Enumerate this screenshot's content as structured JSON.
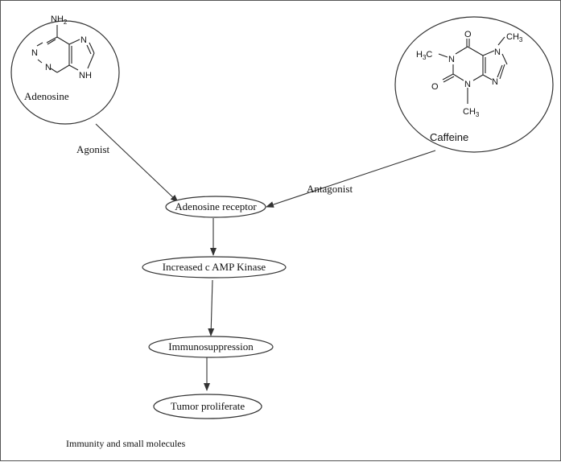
{
  "adenosine": {
    "name": "Adenosine",
    "atoms": {
      "amine": "NH",
      "amine_sub": "2",
      "n1": "N",
      "n3": "N",
      "n7": "N",
      "n9": "NH"
    }
  },
  "caffeine": {
    "name": "Caffeine",
    "atoms": {
      "o_top": "O",
      "o_left": "O",
      "n_left": "N",
      "n_bottom": "N",
      "n_top_right": "N",
      "n_right": "N",
      "ch3_prefix": "H",
      "ch3_prefix_sub": "3",
      "ch3_prefix_tail": "C",
      "ch3": "CH",
      "ch3_sub": "3"
    }
  },
  "edges": {
    "agonist": "Agonist",
    "antagonist": "Antagonist"
  },
  "nodes": {
    "adenosine_receptor": "Adenosine receptor",
    "camp_kinase": "Increased c AMP Kinase",
    "immunosuppression": "Immunosuppression",
    "tumor": "Tumor proliferate"
  },
  "caption": "Immunity and small molecules"
}
